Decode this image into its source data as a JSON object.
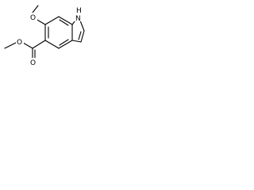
{
  "molecule": {
    "atoms": {
      "ether_oxygen": "O",
      "ring_nitrogen": "H",
      "ester_carbonyl_oxygen": "O",
      "ester_alkoxy_oxygen": "O"
    },
    "ring_nitrogen_hydrogen": "N"
  }
}
